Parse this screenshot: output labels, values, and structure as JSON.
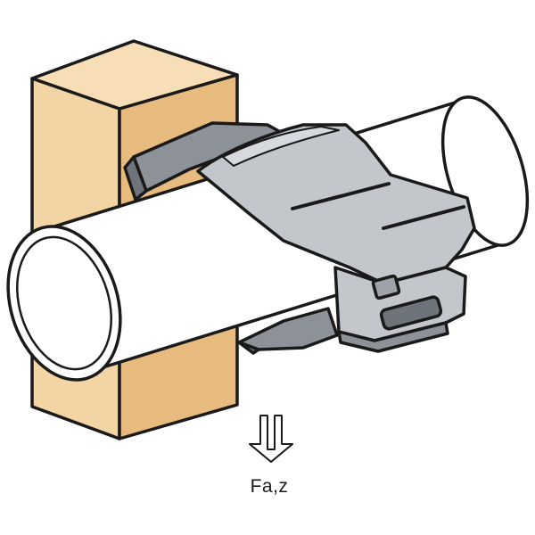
{
  "diagram": {
    "force_label": "Fa,z",
    "colors": {
      "wood_front": "#f3d4a4",
      "wood_side": "#e7bb7e",
      "wood_top": "#f7deb7",
      "pipe": "#ffffff",
      "clamp_face": "#c3c7cc",
      "clamp_dark": "#8d9298",
      "clamp_light": "#d6d9dd",
      "outline": "#1a1a1a"
    },
    "parts": [
      "wooden-beam",
      "pipe",
      "pipe-clamp",
      "force-arrow"
    ]
  }
}
